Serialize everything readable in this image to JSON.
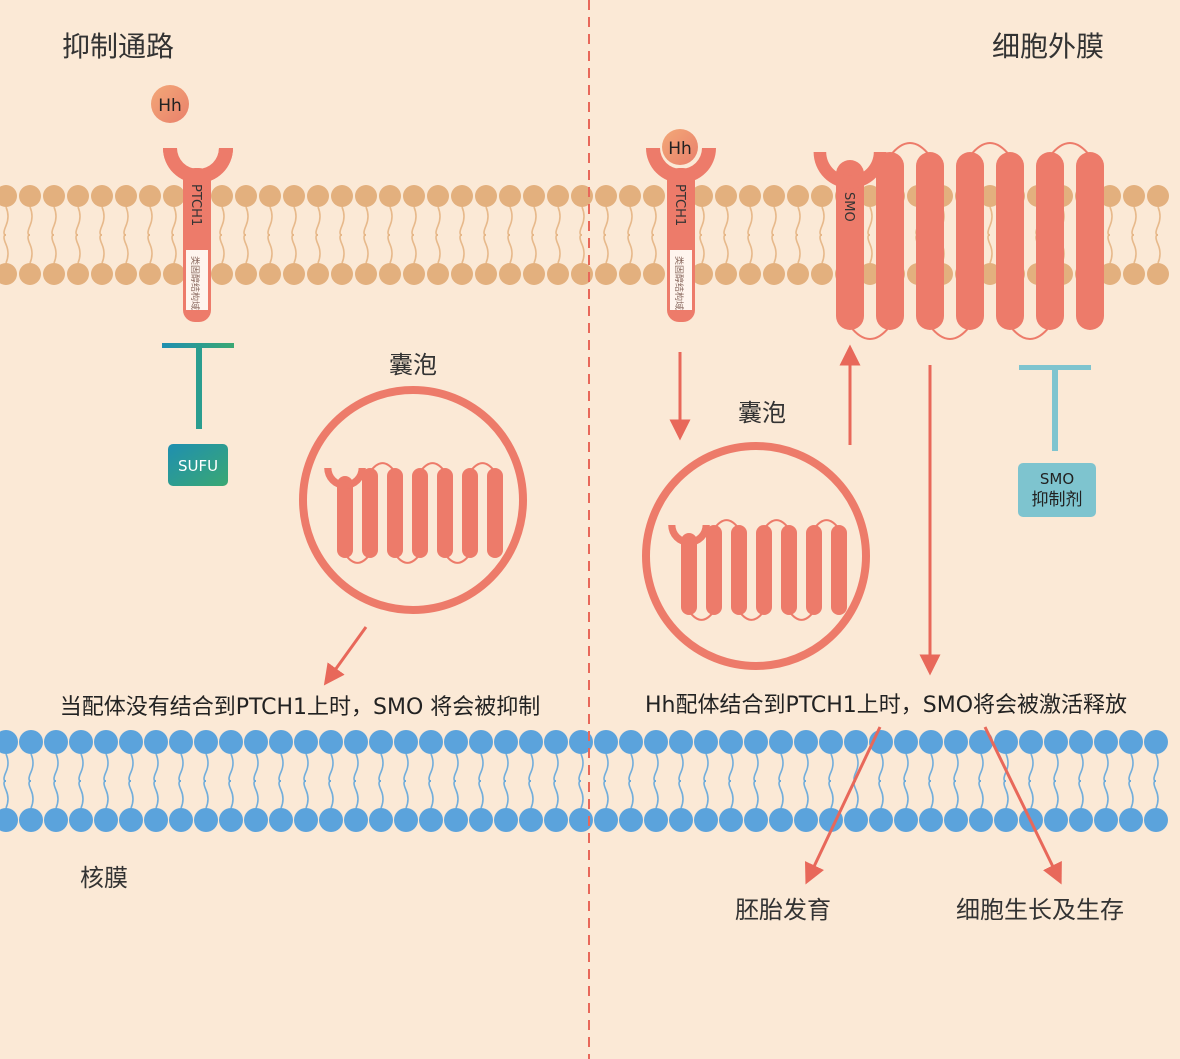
{
  "labels": {
    "inhibition_pathway": "抑制通路",
    "outer_membrane": "细胞外膜",
    "nuclear_membrane": "核膜",
    "vesicle_left": "囊泡",
    "vesicle_right": "囊泡",
    "hh_left": "Hh",
    "hh_right": "Hh",
    "ptch1_left": "PTCH1",
    "ptch1_right": "PTCH1",
    "sterol_left": "类固醇结构域",
    "sterol_right": "类固醇结构域",
    "smo": "SMO",
    "sufu": "SUFU",
    "smo_inhibitor_line1": "SMO",
    "smo_inhibitor_line2": "抑制剂",
    "embryo": "胚胎发育",
    "growth": "细胞生长及生存"
  },
  "captions": {
    "left": "当配体没有结合到PTCH1上时，SMO 将会被抑制",
    "right": "Hh配体结合到PTCH1上时，SMO将会被激活释放"
  },
  "colors": {
    "background": "#fbe9d6",
    "outer_lipid": "#e3b07e",
    "nuclear_lipid": "#5ba3dc",
    "protein": "#ed7b6a",
    "sufu_start": "#2a9d8f",
    "sufu_end": "#3aa873",
    "inhibitor": "#7ec4cf",
    "divider": "#e8685a"
  }
}
